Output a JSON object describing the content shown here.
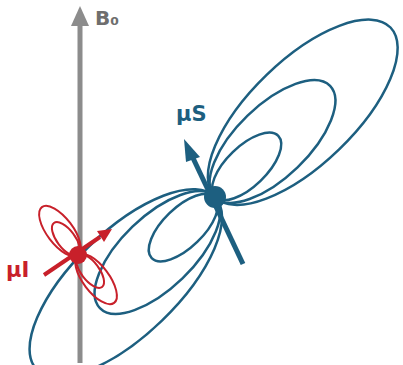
{
  "diagram": {
    "labels": [
      "B₀",
      "μS",
      "μI"
    ]
  }
}
